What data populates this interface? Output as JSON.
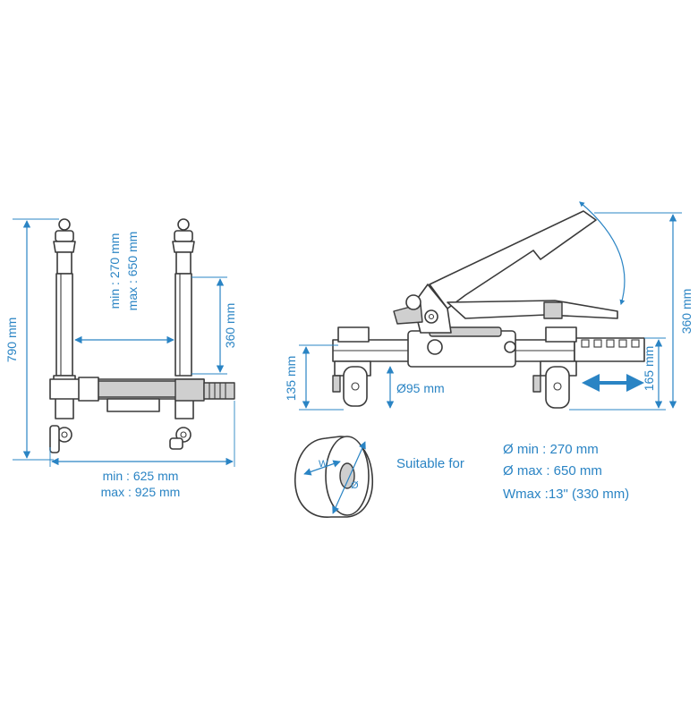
{
  "front_view": {
    "height_label": "790 mm",
    "spread_min_label": "min : 270 mm",
    "spread_max_label": "max : 650 mm",
    "post_label": "360 mm",
    "width_min_label": "min : 625 mm",
    "width_max_label": "max : 925 mm"
  },
  "side_view": {
    "total_height_label": "360 mm",
    "platform_height_label": "165 mm",
    "frame_height_label": "135 mm",
    "wheel_diameter_label": "Ø95 mm"
  },
  "tyre": {
    "width_symbol": "W",
    "diameter_symbol": "Ø"
  },
  "suitable": {
    "title": "Suitable for",
    "min_label": "Ø min : 270 mm",
    "max_label": "Ø max : 650 mm",
    "wmax_label": "Wmax :13\" (330 mm)"
  },
  "colors": {
    "accent": "#2a84c4",
    "line": "#3a3a3a"
  }
}
